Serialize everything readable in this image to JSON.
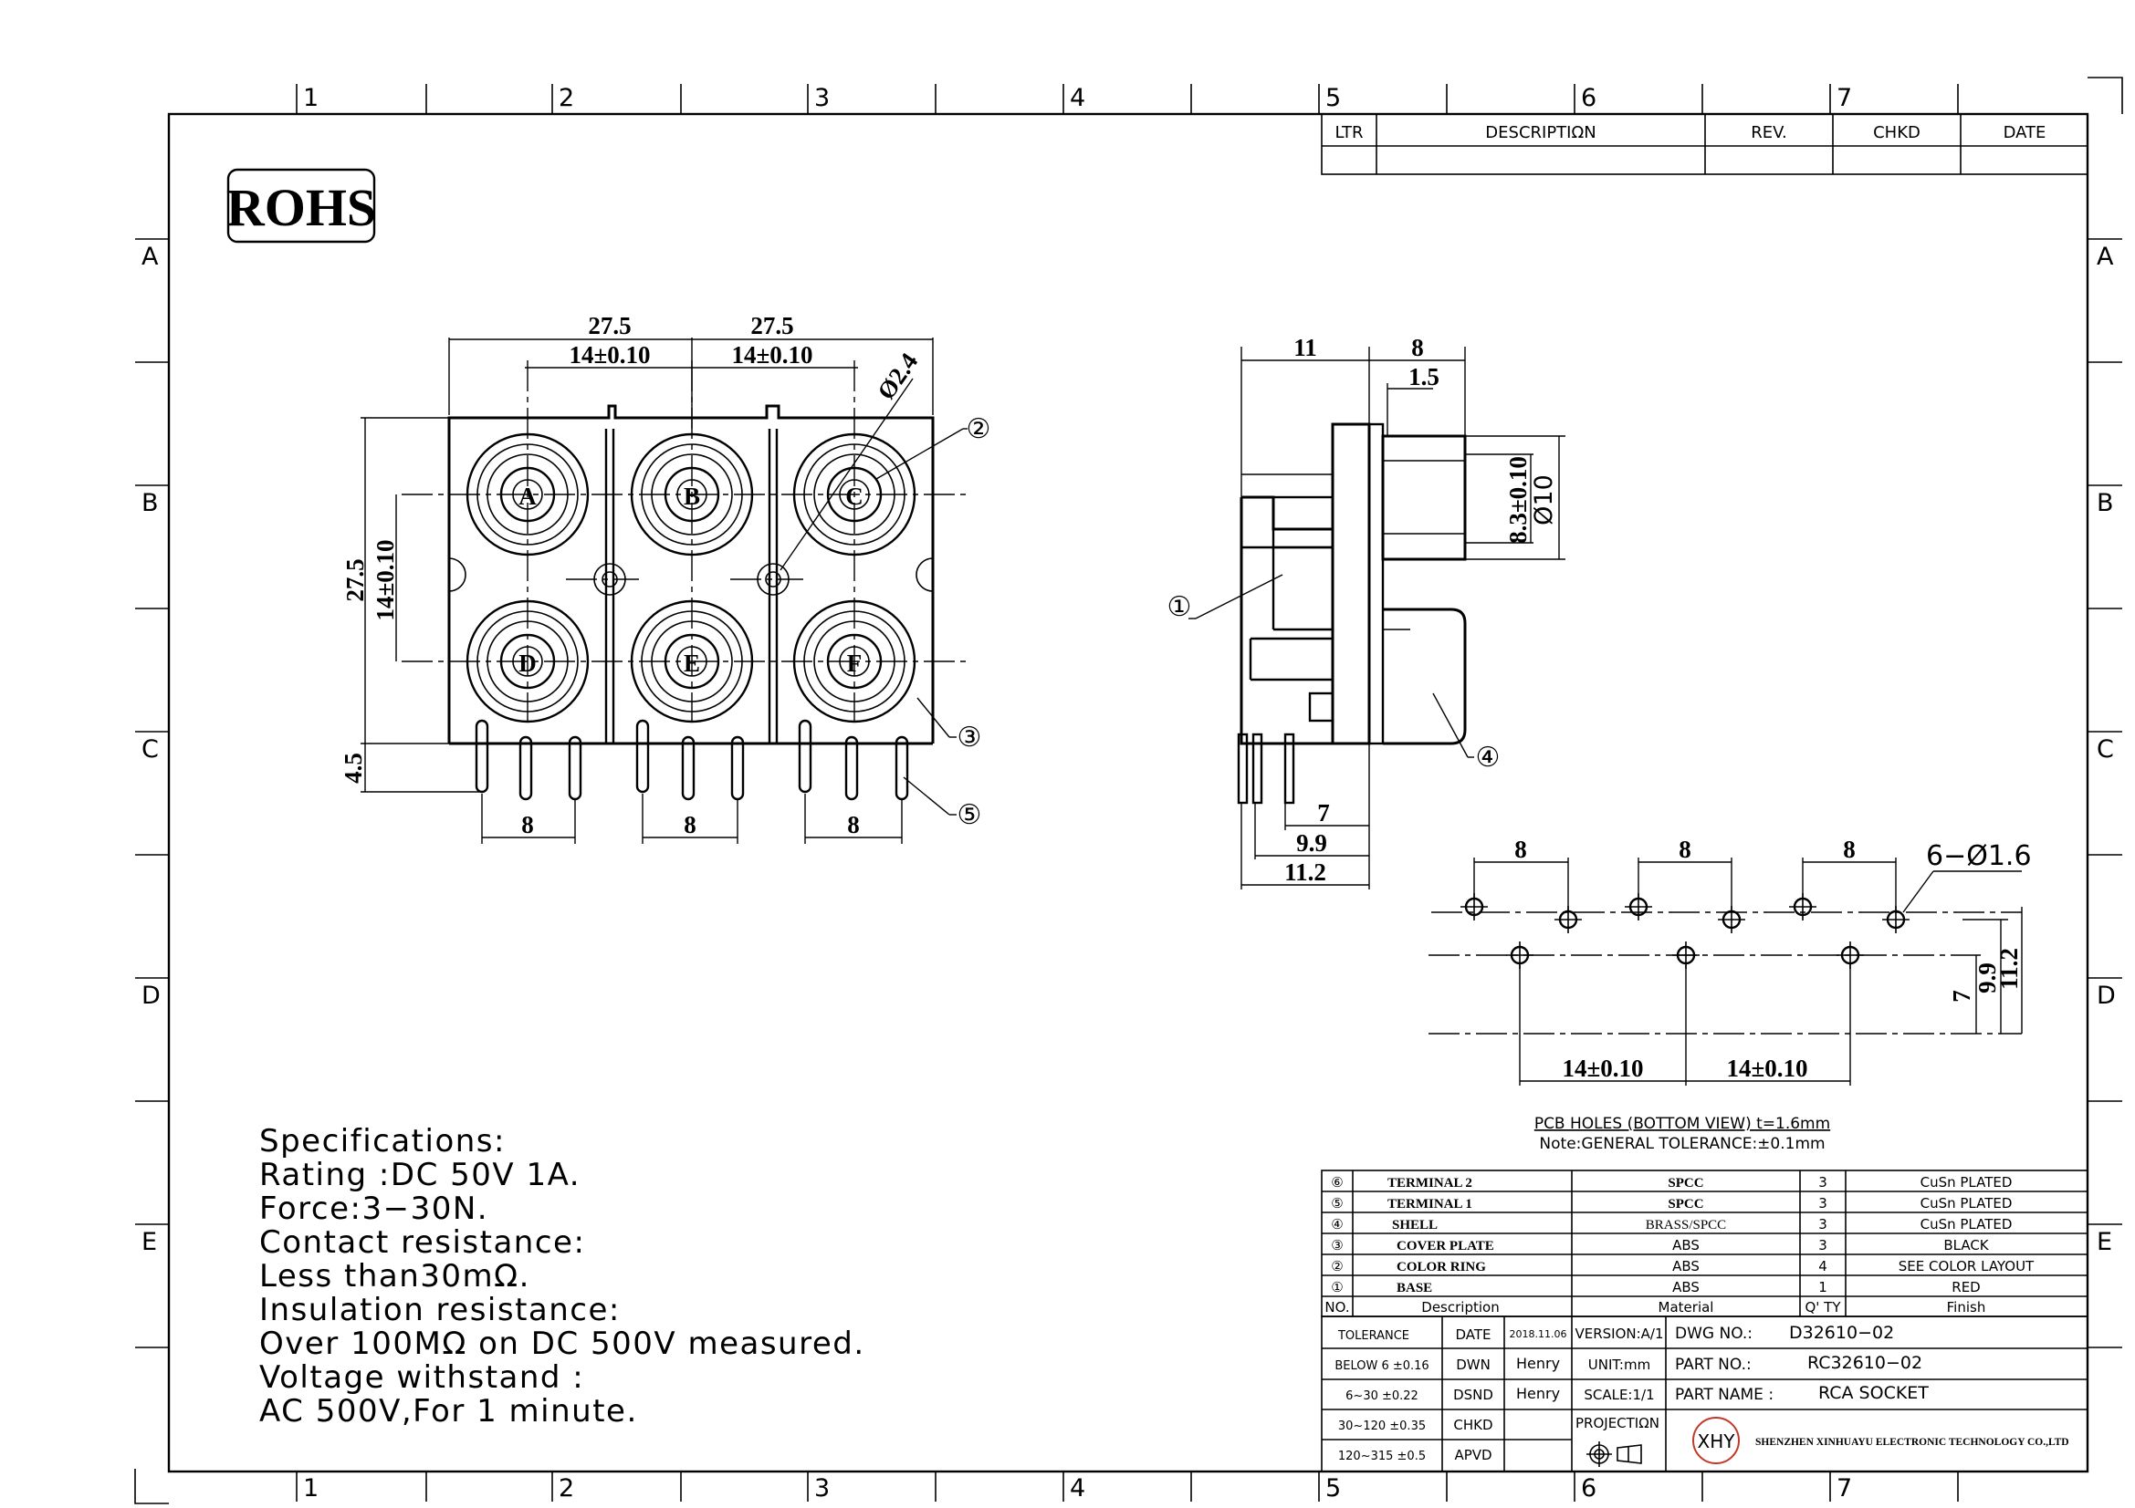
{
  "grid": {
    "cols": [
      "1",
      "2",
      "3",
      "4",
      "5",
      "6",
      "7"
    ],
    "rows": [
      "A",
      "B",
      "C",
      "D",
      "E"
    ]
  },
  "logo": "ROHS",
  "revision_table": {
    "ltr": "LTR",
    "description": "DESCRIPTIΩN",
    "rev": "REV.",
    "chkd": "CHKD",
    "date": "DATE"
  },
  "front_view": {
    "jacks": [
      "A",
      "B",
      "C",
      "D",
      "E",
      "F"
    ],
    "dims": {
      "w1": "27.5",
      "w2": "27.5",
      "p1": "14±0.10",
      "p2": "14±0.10",
      "h": "27.5",
      "hp": "14±0.10",
      "pin": "4.5",
      "dia": "Ø2.4",
      "pin_sp": [
        "8",
        "8",
        "8"
      ]
    },
    "callouts": [
      "②",
      "③",
      "⑤"
    ]
  },
  "side_view": {
    "dims": {
      "d11": "11",
      "d8": "8",
      "d15": "1.5",
      "d83": "8.3±0.10",
      "d10": "Ø10",
      "d7": "7",
      "d99": "9.9",
      "d112": "11.2"
    },
    "callouts": [
      "①",
      "④"
    ]
  },
  "pcb": {
    "dims": {
      "s1": "8",
      "s2": "8",
      "s3": "8",
      "holes": "6−Ø1.6",
      "v7": "7",
      "v99": "9.9",
      "v112": "11.2",
      "h1": "14±0.10",
      "h2": "14±0.10"
    },
    "caption": "PCB HOLES (BOTTOM VIEW) t=1.6mm",
    "note": "Note:GENERAL TOLERANCE:±0.1mm"
  },
  "specs": [
    "Specifications:",
    "Rating :DC  50V  1A.",
    "Force:3−30N.",
    "Contact  resistance:",
    "Less  than30mΩ.",
    "Insulation  resistance:",
    "Over  100MΩ  on  DC  500V  measured.",
    "Voltage  withstand  :",
    "AC  500V,For  1  minute."
  ],
  "bom": [
    {
      "no": "⑥",
      "desc": "TERMINAL  2",
      "mat": "SPCC",
      "qty": "3",
      "fin": "CuSn  PLATED"
    },
    {
      "no": "⑤",
      "desc": "TERMINAL  1",
      "mat": "SPCC",
      "qty": "3",
      "fin": "CuSn  PLATED"
    },
    {
      "no": "④",
      "desc": "SHELL",
      "mat": "BRASS/SPCC",
      "qty": "3",
      "fin": "CuSn  PLATED"
    },
    {
      "no": "③",
      "desc": "COVER  PLATE",
      "mat": "ABS",
      "qty": "3",
      "fin": "BLACK"
    },
    {
      "no": "②",
      "desc": "COLOR  RING",
      "mat": "ABS",
      "qty": "4",
      "fin": "SEE  COLOR  LAYOUT"
    },
    {
      "no": "①",
      "desc": "BASE",
      "mat": "ABS",
      "qty": "1",
      "fin": "RED"
    }
  ],
  "bom_header": {
    "no": "NO.",
    "desc": "Description",
    "mat": "Material",
    "qty": "Q' TY",
    "fin": "Finish"
  },
  "title_block": {
    "tolerance": "TOLERANCE",
    "tol_rows": [
      "BELOW 6   ±0.16",
      "6~30   ±0.22",
      "30~120   ±0.35",
      "120~315   ±0.5"
    ],
    "date_lbl": "DATE",
    "date": "2018.11.06",
    "dwn_lbl": "DWN",
    "dwn": "Henry",
    "dsnd_lbl": "DSND",
    "dsnd": "Henry",
    "chkd_lbl": "CHKD",
    "apvd_lbl": "APVD",
    "version": "VERSION:A/1",
    "unit": "UNIT:mm",
    "scale": "SCALE:1/1",
    "projection": "PROJECTIΩN",
    "dwg_lbl": "DWG  NO.:",
    "dwg": "D32610−02",
    "part_lbl": "PART  NO.:",
    "part": "RC32610−02",
    "name_lbl": "PART  NAME  :",
    "name": "RCA  SOCKET",
    "company_logo": "XHY",
    "company": "SHENZHEN  XINHUAYU  ELECTRONIC  TECHNOLOGY      CO.,LTD"
  }
}
